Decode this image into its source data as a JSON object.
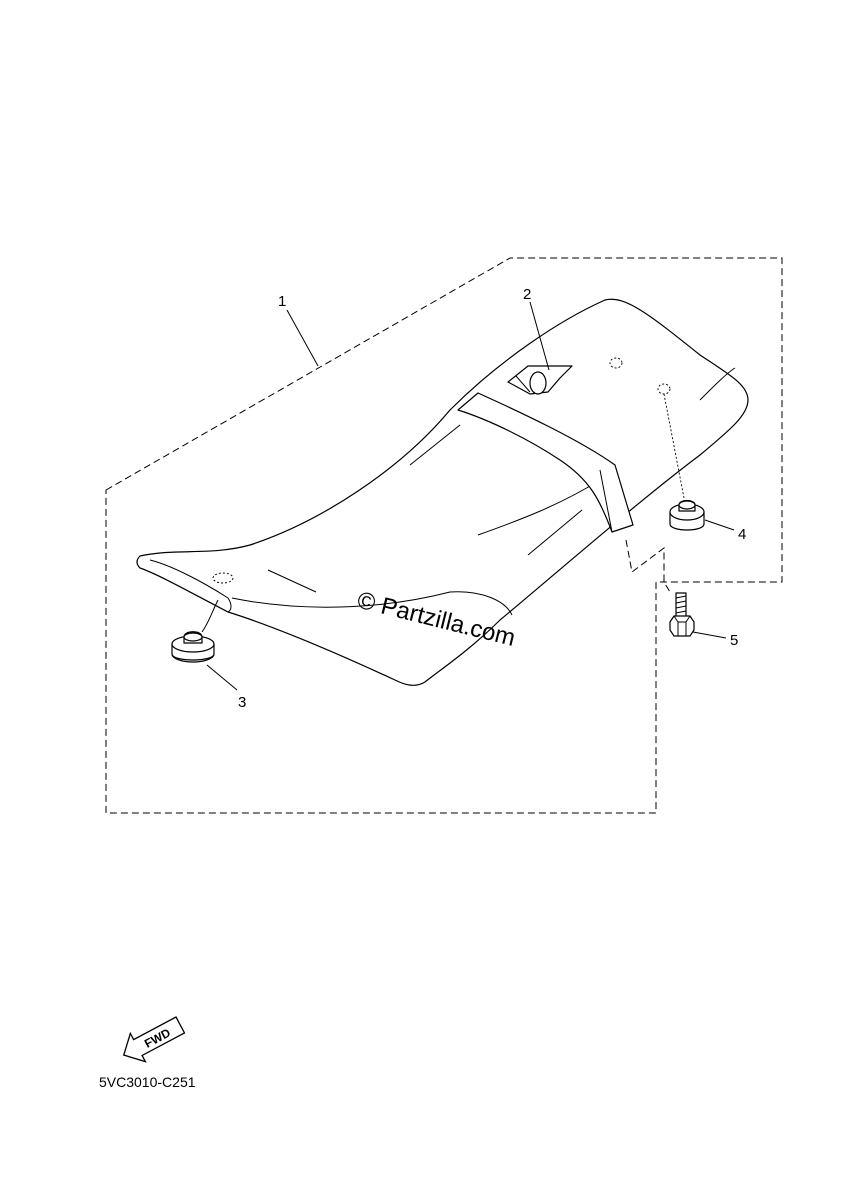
{
  "diagram": {
    "callouts": [
      {
        "number": "1",
        "part": "seat-assembly"
      },
      {
        "number": "2",
        "part": "seat-hook"
      },
      {
        "number": "3",
        "part": "front-damper"
      },
      {
        "number": "4",
        "part": "rear-damper"
      },
      {
        "number": "5",
        "part": "bolt"
      }
    ],
    "watermark": "© Partzilla.com",
    "fwd_label": "FWD",
    "diagram_code": "5VC3010-C251"
  }
}
